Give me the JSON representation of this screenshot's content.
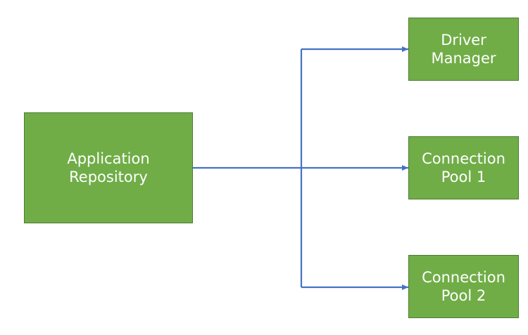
{
  "colors": {
    "node_fill": "#70ad47",
    "node_border": "#4f7a32",
    "node_text": "#ffffff",
    "connector": "#4472c4"
  },
  "nodes": {
    "app": {
      "line1": "Application",
      "line2": "Repository"
    },
    "driver": {
      "line1": "Driver",
      "line2": "Manager"
    },
    "pool1": {
      "line1": "Connection",
      "line2": "Pool 1"
    },
    "pool2": {
      "line1": "Connection",
      "line2": "Pool 2"
    }
  },
  "edges": [
    {
      "from": "app",
      "to": "driver"
    },
    {
      "from": "app",
      "to": "pool1"
    },
    {
      "from": "app",
      "to": "pool2"
    }
  ]
}
